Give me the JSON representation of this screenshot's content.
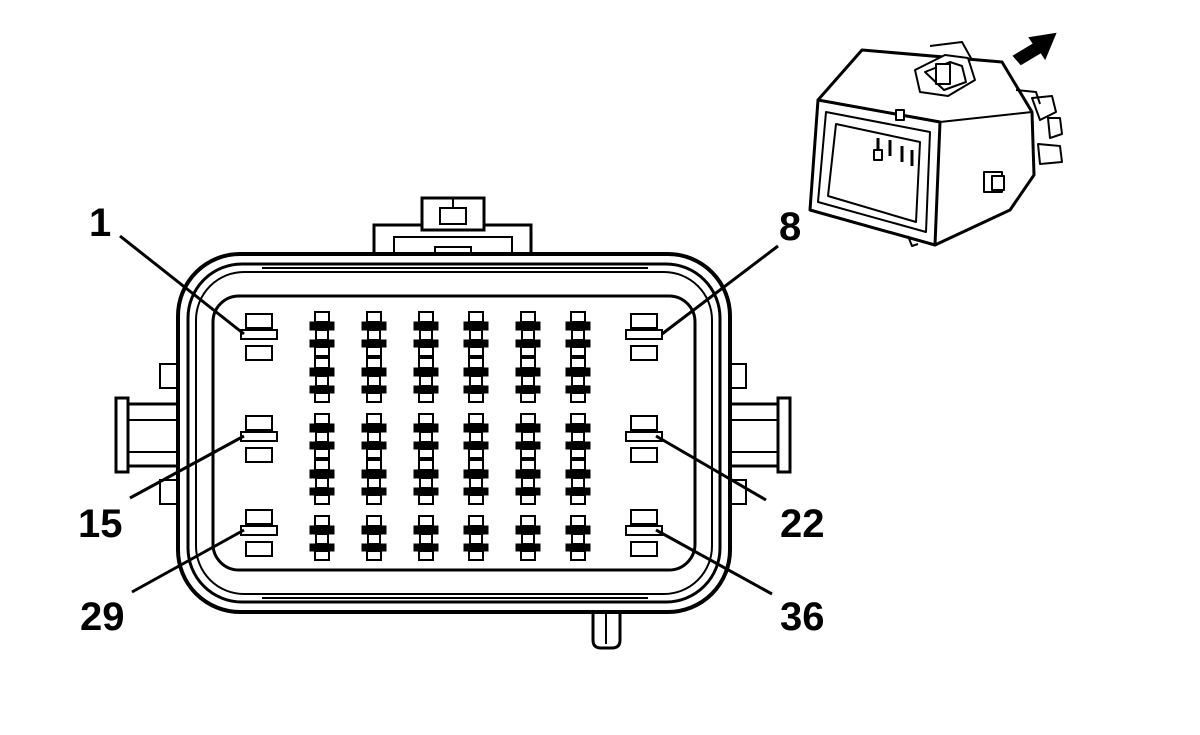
{
  "pin_labels": {
    "p1": "1",
    "p8": "8",
    "p15": "15",
    "p22": "22",
    "p29": "29",
    "p36": "36"
  },
  "arrow_icon": "direction-arrow-icon",
  "colors": {
    "line": "#000000",
    "background": "#ffffff"
  }
}
